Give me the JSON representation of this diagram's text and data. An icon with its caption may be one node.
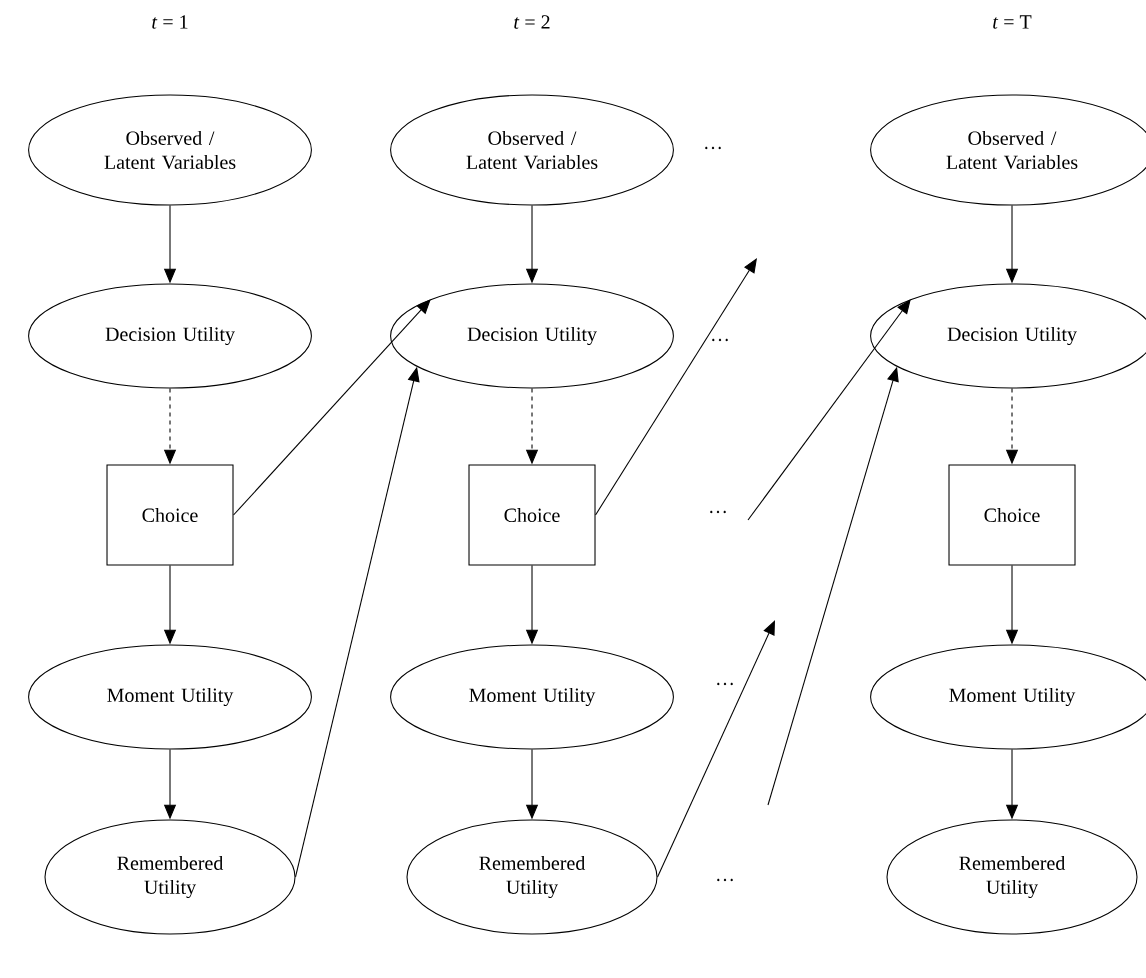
{
  "diagram": {
    "nodes": [
      {
        "text": [
          "Observed / Latent Variables"
        ]
      },
      {
        "text": [
          "Decision Utility"
        ]
      },
      {
        "text": [
          "Choice"
        ]
      },
      {
        "text": [
          "Moment Utility"
        ]
      },
      {
        "text": [
          "Remembered Utility"
        ]
      },
      {
        "text": [
          "Observed / Latent Variables"
        ]
      },
      {
        "text": [
          "Decision Utility"
        ]
      },
      {
        "text": [
          "Choice"
        ]
      },
      {
        "text": [
          "Moment Utility"
        ]
      },
      {
        "text": [
          "Remembered Utility"
        ]
      },
      {
        "text": [
          "Observed / Latent Variables"
        ]
      },
      {
        "text": [
          "Decision Utility"
        ]
      },
      {
        "text": [
          "Choice"
        ]
      },
      {
        "text": [
          "Moment Utility"
        ]
      },
      {
        "text": [
          "Remembered Utility"
        ]
      }
    ],
    "edges": [
      {
        "from": 0,
        "to": 1,
        "arrow": "to"
      },
      {
        "from": 1,
        "to": 2,
        "arrow": "to",
        "style": "dashed"
      },
      {
        "from": 2,
        "to": 3,
        "arrow": "to"
      },
      {
        "from": 3,
        "to": 4,
        "arrow": "to"
      },
      {
        "from": 5,
        "to": 6,
        "arrow": "to"
      },
      {
        "from": 6,
        "to": 7,
        "arrow": "to",
        "style": "dashed"
      },
      {
        "from": 7,
        "to": 8,
        "arrow": "to"
      },
      {
        "from": 8,
        "to": 9,
        "arrow": "to"
      },
      {
        "from": 10,
        "to": 11,
        "arrow": "to"
      },
      {
        "from": 11,
        "to": 12,
        "arrow": "to",
        "style": "dashed"
      },
      {
        "from": 12,
        "to": 13,
        "arrow": "to"
      },
      {
        "from": 13,
        "to": 14,
        "arrow": "to"
      },
      {
        "from": 2,
        "to": 6,
        "arrow": "to"
      },
      {
        "from": 4,
        "to": 6,
        "arrow": "to"
      },
      {
        "from": 7,
        "to": null,
        "arrow": "to"
      },
      {
        "from": 9,
        "to": null,
        "arrow": "to"
      },
      {
        "from": null,
        "to": 11,
        "arrow": "to"
      },
      {
        "from": null,
        "to": 11,
        "arrow": "to"
      }
    ],
    "labels": [
      "*t* = 1",
      "*t* = 2",
      "*t* = T",
      "…",
      "…",
      "…",
      "…",
      "…"
    ]
  }
}
